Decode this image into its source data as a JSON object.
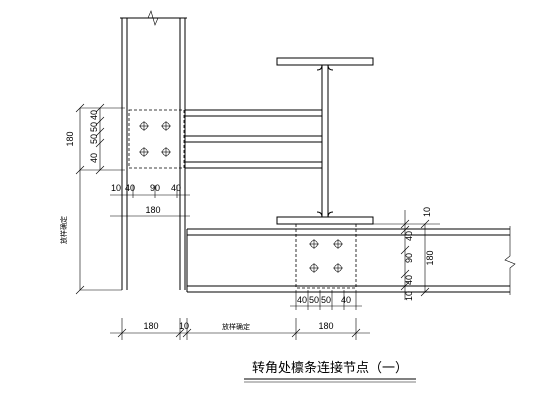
{
  "drawing": {
    "title": "转角处檩条连接节点（一）",
    "note_left": "放样确定",
    "note_bottom": "放样确定",
    "dims": {
      "left_total": "180",
      "left_40a": "40",
      "left_50a": "50",
      "left_50b": "50",
      "left_40b": "40",
      "h10": "10",
      "h40a": "40",
      "h90": "90",
      "h40b": "40",
      "h180": "180",
      "right_10a": "10",
      "right_40a": "40",
      "right_90": "90",
      "right_40b": "40",
      "right_10b": "10",
      "right_total": "180",
      "bot_40a": "40",
      "bot_50a": "50",
      "bot_50b": "50",
      "bot_40b": "40",
      "bot_180a": "180",
      "bot_10": "10",
      "bot_180b": "180"
    }
  }
}
